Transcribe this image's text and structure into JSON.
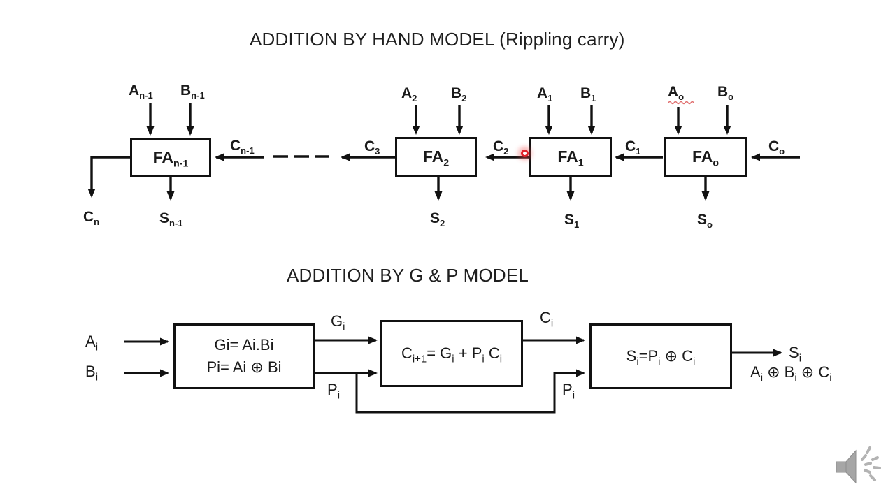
{
  "slide": {
    "background": "#ffffff",
    "text_color": "#1a1a1a"
  },
  "ripple": {
    "title": "ADDITION BY HAND MODEL (Rippling carry)",
    "boxes": [
      "FA_{n-1}",
      "FA_{2}",
      "FA_{1}",
      "FA_{o}"
    ],
    "inputs_a": [
      "A_{n-1}",
      "A_{2}",
      "A_{1}",
      "A_{o}"
    ],
    "inputs_b": [
      "B_{n-1}",
      "B_{2}",
      "B_{1}",
      "B_{o}"
    ],
    "sums": [
      "S_{n-1}",
      "S_{2}",
      "S_{1}",
      "S_{o}"
    ],
    "carries": {
      "cn": "C_{n}",
      "cn1": "C_{n-1}",
      "c3": "C_{3}",
      "c2": "C_{2}",
      "c1": "C_{1}",
      "co": "C_{o}"
    }
  },
  "gp": {
    "title": "ADDITION BY G & P MODEL",
    "inputs": {
      "a": "A_{i}",
      "b": "B_{i}"
    },
    "box1": {
      "line1": "Gi= Ai.Bi",
      "line2": "Pi= Ai ⊕ Bi"
    },
    "box2": {
      "eq": "C_{i+1}= G_{i} + P_{i} C_{i}"
    },
    "box3": {
      "eq": "S_{i}=P_{i} ⊕ C_{i}"
    },
    "wires": {
      "g": "G_{i}",
      "p_out": "P_{i}",
      "c": "C_{i}",
      "p_in": "P_{i}"
    },
    "output": {
      "s": "S_{i}",
      "expansion": "A_{i} ⊕ B_{i} ⊕ C_{i}"
    }
  },
  "marks": {
    "laser_dot_color": "#e0242b",
    "misspell_underline_color": "#e07070",
    "wire_color": "#111111"
  },
  "icons": {
    "speaker": {
      "name": "speaker-icon",
      "color": "#a6a6a6"
    }
  }
}
